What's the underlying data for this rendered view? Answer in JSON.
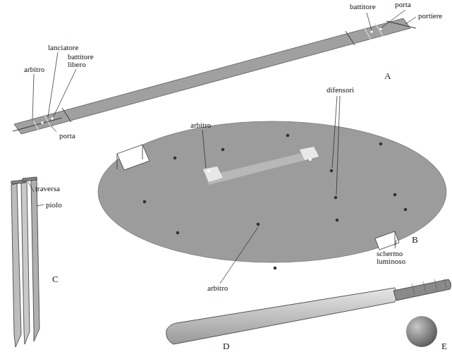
{
  "diagram": {
    "labels": [
      "battitore",
      "porta",
      "portiere",
      "lanciatore",
      "battitore libero",
      "arbitro",
      "A",
      "difensori",
      "arbitro",
      "porta",
      "traversa",
      "piolo",
      "C",
      "B",
      "schermo luminoso",
      "arbitro",
      "D",
      "E"
    ]
  }
}
